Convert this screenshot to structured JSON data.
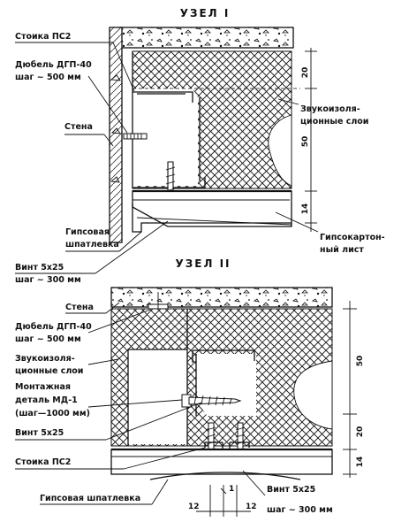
{
  "node1": {
    "title": "УЗЕЛ  I",
    "labels": {
      "stud": "Стоика ПС2",
      "dowel_line1": "Дюбель ДГП-40",
      "dowel_line2": "шаг ~ 500 мм",
      "wall": "Стена",
      "sound_line1": "Звукоизоля-",
      "sound_line2": "ционные слои",
      "putty_line1": "Гипсовая",
      "putty_line2": "шпатлевка",
      "gypsum_line1": "Гипсокартон-",
      "gypsum_line2": "ный лист",
      "screw_line1": "Винт 5x25",
      "screw_line2": "шаг ~ 300 мм"
    },
    "dims": [
      "20",
      "50",
      "14"
    ]
  },
  "node2": {
    "title": "УЗЕЛ  II",
    "labels": {
      "wall": "Стена",
      "dowel_line1": "Дюбель ДГП-40",
      "dowel_line2": "шаг ~ 500 мм",
      "sound_line1": "Звукоизоля-",
      "sound_line2": "ционные слои",
      "mount_line1": "Монтажная",
      "mount_line2": "деталь МД-1",
      "mount_line3": "(шаг—1000 мм)",
      "screw": "Винт 5x25",
      "stud": "Стоика ПС2",
      "putty": "Гипсовая шпатлевка",
      "screw2_line1": "Винт 5x25",
      "screw2_line2": "шаг ~ 300 мм"
    },
    "dims": [
      "50",
      "20",
      "14",
      "12",
      "12",
      "1"
    ]
  }
}
